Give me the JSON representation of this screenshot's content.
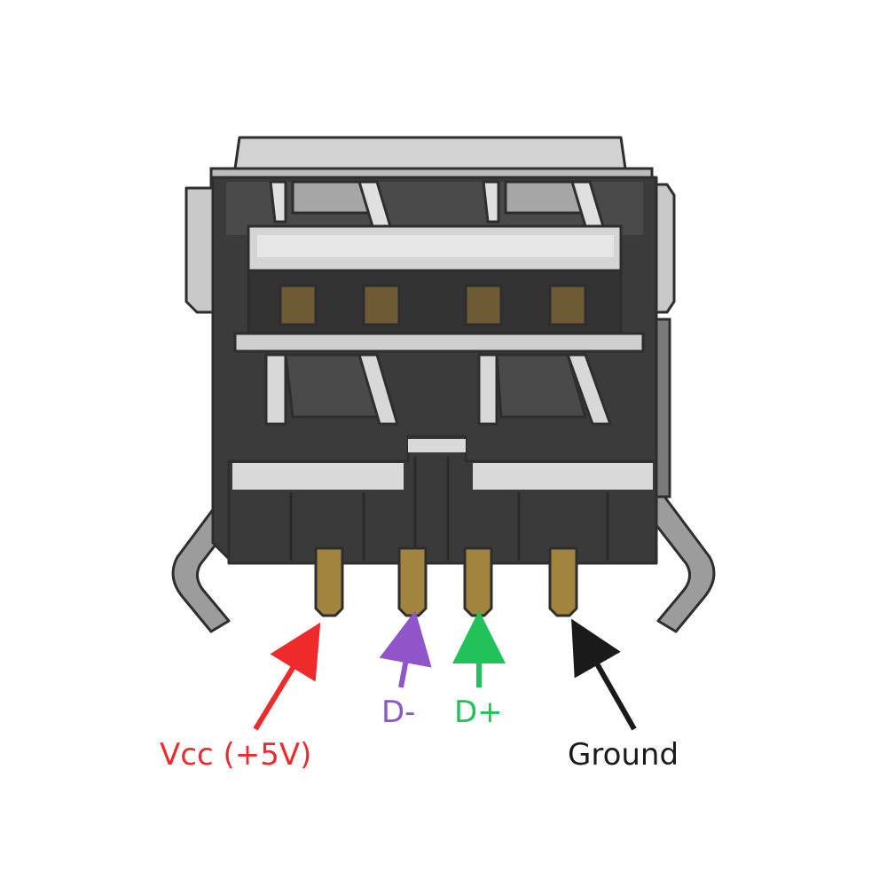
{
  "colors": {
    "metal_shell": "#c9c9c9",
    "metal_shadow": "#8a8a8a",
    "outline": "#2e2e2e",
    "housing_dark": "#3b3b3b",
    "contact_gold": "#a2843f",
    "contact_dark": "#5a4a2a",
    "vcc": "#ee2a2a",
    "d_minus": "#8f55c9",
    "d_plus": "#22c25a",
    "ground": "#1a1a1a"
  },
  "pins": [
    {
      "id": "vcc",
      "label": "Vcc (+5V)",
      "color_key": "vcc"
    },
    {
      "id": "d_minus",
      "label": "D-",
      "color_key": "d_minus"
    },
    {
      "id": "d_plus",
      "label": "D+",
      "color_key": "d_plus"
    },
    {
      "id": "ground",
      "label": "Ground",
      "color_key": "ground"
    }
  ]
}
